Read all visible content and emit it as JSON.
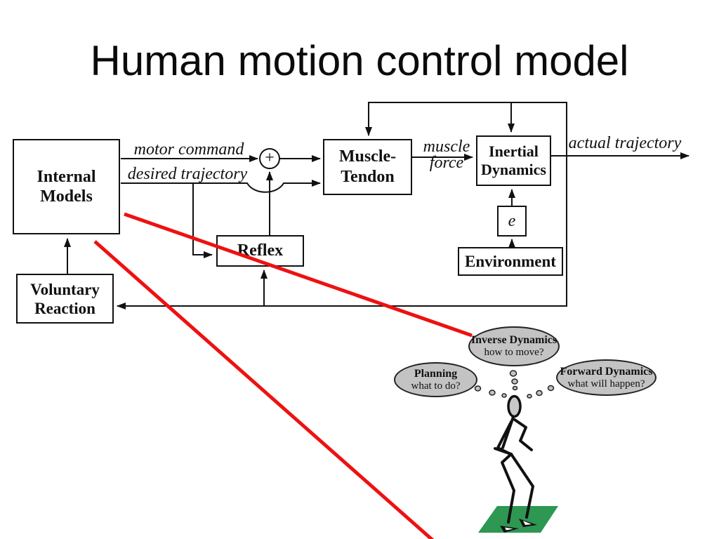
{
  "slide": {
    "title": "Human motion control model"
  },
  "diagram": {
    "boxes": {
      "internal_models": {
        "line1": "Internal",
        "line2": "Models"
      },
      "voluntary_reaction": {
        "line1": "Voluntary",
        "line2": "Reaction"
      },
      "reflex": {
        "label": "Reflex"
      },
      "muscle_tendon": {
        "line1": "Muscle-",
        "line2": "Tendon"
      },
      "inertial_dynamics": {
        "line1": "Inertial",
        "line2": "Dynamics"
      },
      "error_signal": {
        "label": "e"
      },
      "environment": {
        "label": "Environment"
      }
    },
    "edge_labels": {
      "motor_command": "motor command",
      "desired_trajectory": "desired trajectory",
      "muscle_force_line1": "muscle",
      "muscle_force_line2": "force",
      "actual_trajectory": "actual trajectory",
      "summing_junction": "+"
    },
    "thought_bubbles": {
      "inverse_dynamics": {
        "title": "Inverse Dynamics",
        "question": "how to move?"
      },
      "planning": {
        "title": "Planning",
        "question": "what to do?"
      },
      "forward_dynamics": {
        "title": "Forward Dynamics",
        "question": "what will happen?"
      }
    },
    "colors": {
      "line_black": "#111111",
      "annotation_red": "#ee1111",
      "platform_green": "#2e9752",
      "bubble_gray": "#c3c3c3",
      "head_gray": "#c8c8c8",
      "background": "#ffffff"
    }
  }
}
